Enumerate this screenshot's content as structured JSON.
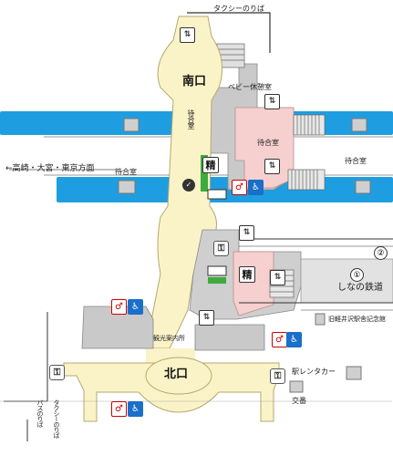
{
  "map": {
    "south_exit": "南口",
    "north_exit": "北口",
    "taxi_top": "タクシーのりば",
    "baby_room": "ベビー休憩室",
    "waiting_room": "待合室",
    "waiting_room_left": "待合室",
    "waiting_room_right": "待合室",
    "waiting_room_pink": "待合室",
    "direction_left": "←高崎・大宮・東京方面",
    "sei": "精",
    "sei_2": "精",
    "shinano": "しなの鉄道",
    "track_1": "①",
    "track_2": "②",
    "memorial": "旧軽井沢駅舎記念館",
    "tourist_info": "観光案内所",
    "rental_car": "駅レンタカー",
    "koban": "交番",
    "taxi_bottom": "タクシーのりば",
    "bus_bottom": "バスのりば",
    "colors": {
      "track_blue": "#1e9ee0",
      "concourse": "#fbf3c8",
      "pink_area": "#f6cfcf",
      "building_grey": "#c9c9c9",
      "platform_grey": "#d8d8d8",
      "green_ticket": "#3dab3d"
    },
    "icons": [
      "elevator-icon",
      "toilet-icon",
      "accessible-icon",
      "coin-locker-icon",
      "ticket-office-icon",
      "escalator-icon"
    ]
  }
}
